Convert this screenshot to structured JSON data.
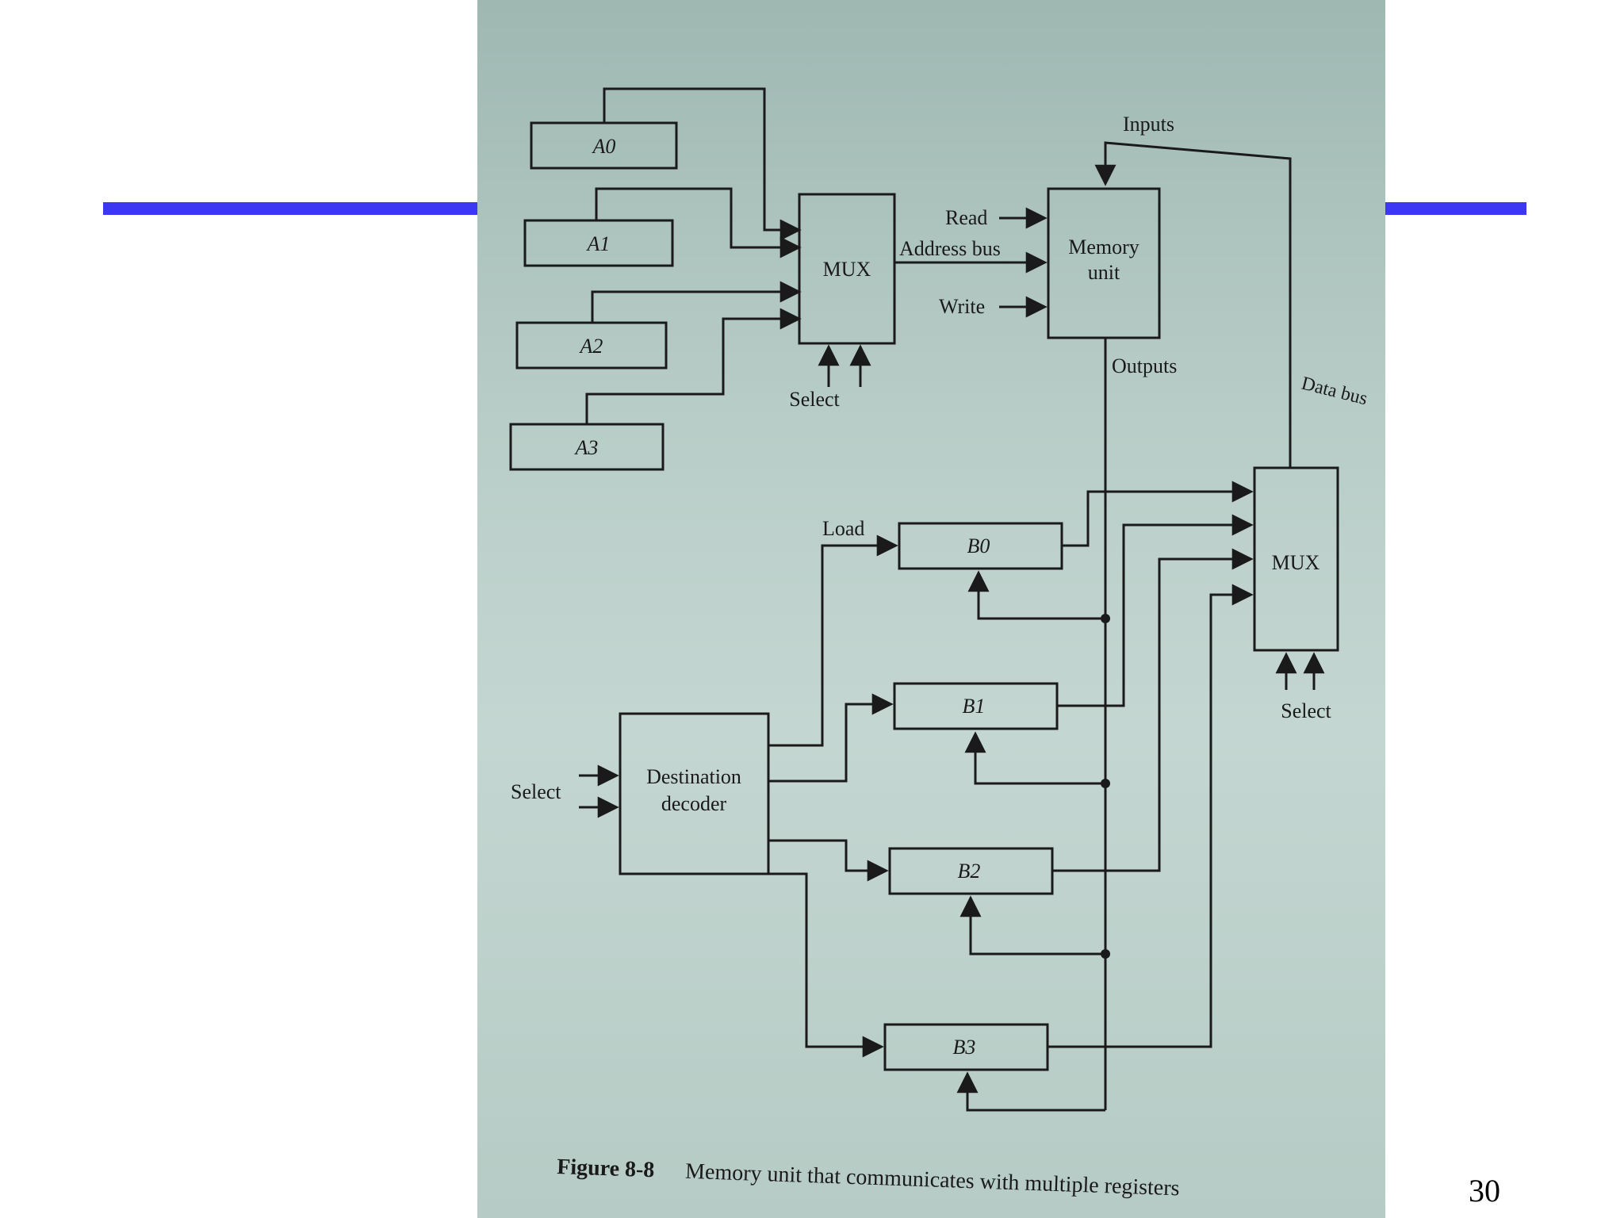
{
  "slide": {
    "page_number": "30",
    "accent_color": "#3b37f2"
  },
  "diagram": {
    "registers_a": [
      "A0",
      "A1",
      "A2",
      "A3"
    ],
    "registers_b": [
      "B0",
      "B1",
      "B2",
      "B3"
    ],
    "mux_left_label": "MUX",
    "mux_right_label": "MUX",
    "memory_label_line1": "Memory",
    "memory_label_line2": "unit",
    "decoder_label_line1": "Destination",
    "decoder_label_line2": "decoder",
    "read_label": "Read",
    "write_label": "Write",
    "address_bus_label": "Address bus",
    "inputs_label": "Inputs",
    "outputs_label": "Outputs",
    "data_bus_label": "Data bus",
    "load_label": "Load",
    "select_mux_left": "Select",
    "select_mux_right": "Select",
    "select_decoder": "Select",
    "caption_fig": "Figure 8-8",
    "caption_text": "Memory unit that communicates with multiple registers"
  }
}
